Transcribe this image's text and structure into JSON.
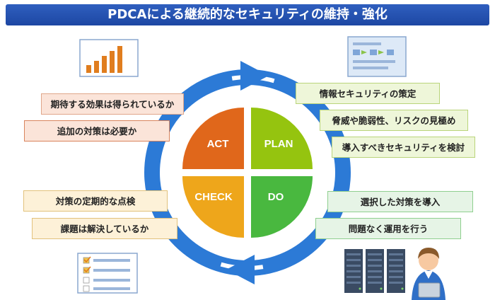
{
  "title": "PDCAによる継続的なセキュリティの維持・強化",
  "quadrants": {
    "act": "ACT",
    "plan": "PLAN",
    "check": "CHECK",
    "do": "DO"
  },
  "act_items": [
    "期待する効果は得られているか",
    "追加の対策は必要か"
  ],
  "plan_items": [
    "情報セキュリティの策定",
    "脅威や脆弱性、リスクの見極め",
    "導入すべきセキュリティを検討"
  ],
  "check_items": [
    "対策の定期的な点検",
    "課題は解決しているか"
  ],
  "do_items": [
    "選択した対策を導入",
    "問題なく運用を行う"
  ],
  "colors": {
    "act": "#e0671b",
    "plan": "#95c40f",
    "check": "#eea61b",
    "do": "#49b83f",
    "ring": "#2c7ad6",
    "title_bg": "#2454b5"
  },
  "icons": [
    "bar-chart-icon",
    "flow-document-icon",
    "checklist-icon",
    "server-rack-icon",
    "operator-person-icon"
  ]
}
